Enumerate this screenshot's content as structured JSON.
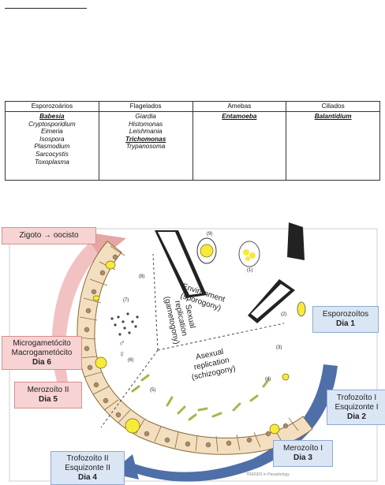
{
  "table": {
    "headers": [
      "Esporozoários",
      "Flagelados",
      "Amebas",
      "Ciliados"
    ],
    "columns": [
      {
        "bold": "Babesia",
        "items": [
          "Cryptosporidium",
          "Eimeria",
          "Isospora",
          "Plasmodium",
          "Sarcocystis",
          "Toxoplasma"
        ]
      },
      {
        "bold_index": 2,
        "items": [
          "Giardia",
          "Histomonas",
          "Leishmania",
          "Trichomonas",
          "Trypanosoma"
        ]
      },
      {
        "bold": "Entamoeba",
        "items": []
      },
      {
        "bold": "Balantidium",
        "items": []
      }
    ]
  },
  "figure": {
    "zigoto": "Zigoto → oocisto",
    "environment": "Environment",
    "sporogony": "(sporogony)",
    "sexual1": "Sexual",
    "sexual2": "replication",
    "sexual3": "(gametogony)",
    "asexual1": "Asexual",
    "asexual2": "replication",
    "asexual3": "(schizogony)",
    "esporo": "Esporozoítos",
    "dia1": "Dia 1",
    "trofo1a": "Trofozoíto I",
    "trofo1b": "Esquizonte I",
    "dia2": "Dia 2",
    "mero1": "Merozoíto I",
    "dia3": "Dia 3",
    "trofo2a": "Trofozoíto II",
    "trofo2b": "Esquizonte II",
    "dia4": "Dia 4",
    "mero2": "Merozoíto II",
    "dia5": "Dia 5",
    "micro": "Microgametócito",
    "macro": "Macrogametócito",
    "dia6": "Dia 6",
    "n1": "(1)",
    "n2": "(2)",
    "n3": "(3)",
    "n4": "(4)",
    "n5": "(5)",
    "n6": "(6)",
    "n7": "(7)",
    "n8": "(8)",
    "n9": "(9)",
    "male": "♂",
    "female": "♀",
    "credit": "TRENDS in Parasitology"
  },
  "colors": {
    "pink_box": "#f7d3d3",
    "blue_box": "#dbe6f5",
    "cell": "#f3dfc0",
    "yellow": "#f7ea3a",
    "arrow_blue": "#4f6fa8",
    "arrow_pink": "#e8a5a5"
  }
}
